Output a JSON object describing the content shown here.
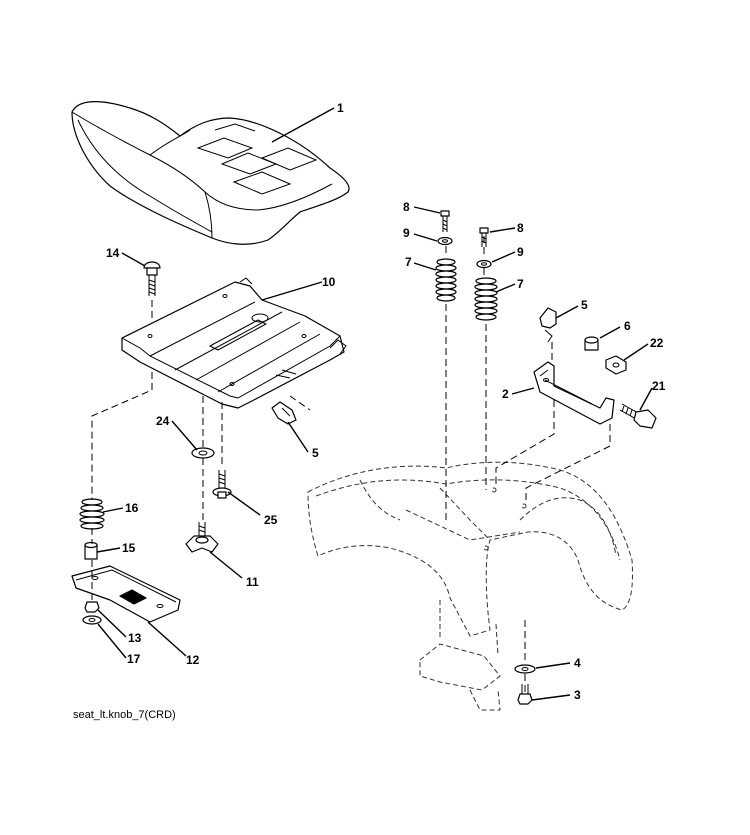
{
  "caption": "seat_lt.knob_7(CRD)",
  "callouts": {
    "c1": "1",
    "c2": "2",
    "c3": "3",
    "c4": "4",
    "c5a": "5",
    "c5b": "5",
    "c6": "6",
    "c7a": "7",
    "c7b": "7",
    "c8a": "8",
    "c8b": "8",
    "c9a": "9",
    "c9b": "9",
    "c10": "10",
    "c11": "11",
    "c12": "12",
    "c13": "13",
    "c14": "14",
    "c15": "15",
    "c16": "16",
    "c17": "17",
    "c21": "21",
    "c22": "22",
    "c24": "24",
    "c25": "25"
  }
}
